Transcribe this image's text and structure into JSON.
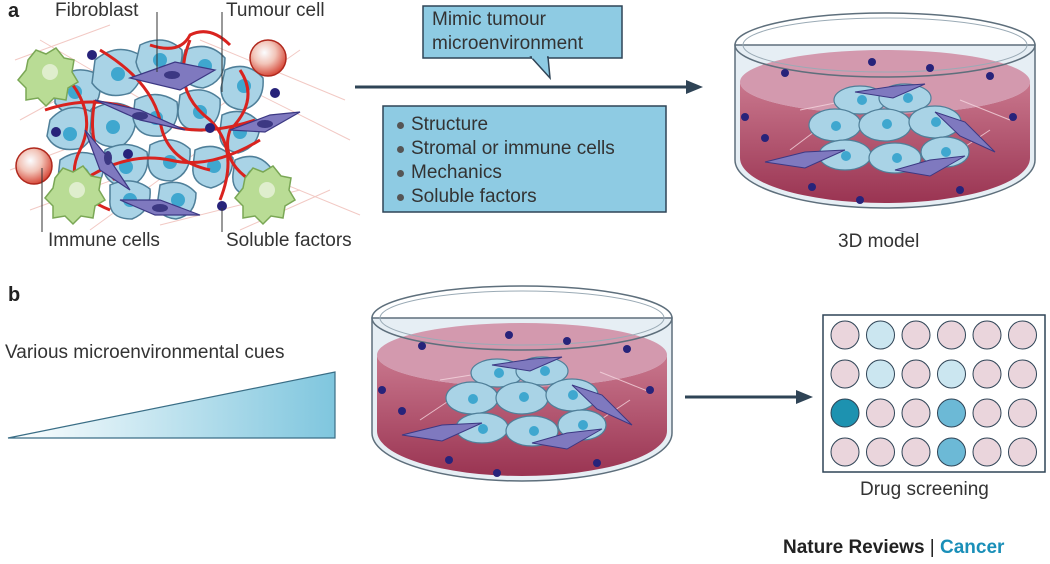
{
  "panel_a": {
    "letter": "a",
    "labels": {
      "fibroblast": "Fibroblast",
      "tumour_cell": "Tumour cell",
      "immune_cells": "Immune cells",
      "soluble_factors": "Soluble factors"
    },
    "callout": "Mimic tumour microenvironment",
    "bullets": [
      "Structure",
      "Stromal or immune cells",
      "Mechanics",
      "Soluble factors"
    ],
    "model_label": "3D model"
  },
  "panel_b": {
    "letter": "b",
    "gradient_label": "Various microenvironmental cues",
    "screening_label": "Drug screening",
    "well_plate": {
      "rows": 4,
      "cols": 6,
      "well_states": [
        [
          "pink",
          "light-blue",
          "pink",
          "pink",
          "pink",
          "pink"
        ],
        [
          "pink",
          "light-blue",
          "pink",
          "light-blue",
          "pink",
          "pink"
        ],
        [
          "teal",
          "pink",
          "pink",
          "mid-blue",
          "pink",
          "pink"
        ],
        [
          "pink",
          "pink",
          "pink",
          "mid-blue",
          "pink",
          "pink"
        ]
      ]
    }
  },
  "brand": {
    "journal": "Nature Reviews",
    "separator": " | ",
    "section": "Cancer"
  },
  "colors": {
    "tumour_cell_fill": "#a9d3e6",
    "nucleus": "#3fa7cf",
    "fibroblast": "#7f79bf",
    "ecm_fibre": "#d9231f",
    "immune_cell": "#b9dc95",
    "soluble_factor": "#27237a",
    "dish_medium": "#a8455f",
    "callout_box": "#8ecbe3",
    "arrow": "#2f4456",
    "well_pink": "#ead5dc",
    "well_light_blue": "#cbe6f0",
    "well_mid_blue": "#6cb9d6",
    "well_teal": "#1d92b0",
    "brand_section": "#1a8fb8"
  }
}
